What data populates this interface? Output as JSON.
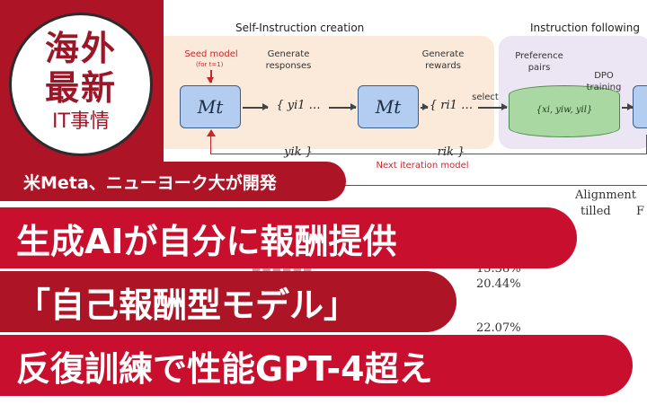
{
  "figure": {
    "self_instruction_title": "Self-Instruction creation",
    "instruction_following_title": "Instruction following",
    "seed_model_label": "Seed model",
    "seed_model_sub": "(for t=1)",
    "generate_responses_label": "Generate\nresponses",
    "generate_rewards_label": "Generate\nrewards",
    "select_label": "select",
    "preference_pairs_label": "Preference\npairs",
    "dpo_training_label": "DPO\ntraining",
    "model_symbol": "Mt",
    "responses_math": "{ yi1 … yik }",
    "rewards_math": "{ ri1 … rik }",
    "pairs_math": "{xi, yiw, yil}",
    "next_iteration_label": "Next iteration model",
    "table_header_1": "Alignment",
    "table_header_2a": "tilled",
    "table_header_2b": "F",
    "table_values": [
      "15.38%",
      "20.44%",
      "22.07%"
    ]
  },
  "badge": {
    "line1": "海外",
    "line2": "最新",
    "line3": "IT事情"
  },
  "banner": {
    "subtitle": "米Meta、ニューヨーク大が開発",
    "headline_1": "生成AIが自分に報酬提供",
    "headline_2": "「自己報酬型モデル」",
    "headline_3": "反復訓練で性能GPT-4超え"
  },
  "colors": {
    "brand_red": "#c8102e",
    "brand_dark_red": "#ad1426",
    "badge_text": "#9c1628"
  }
}
